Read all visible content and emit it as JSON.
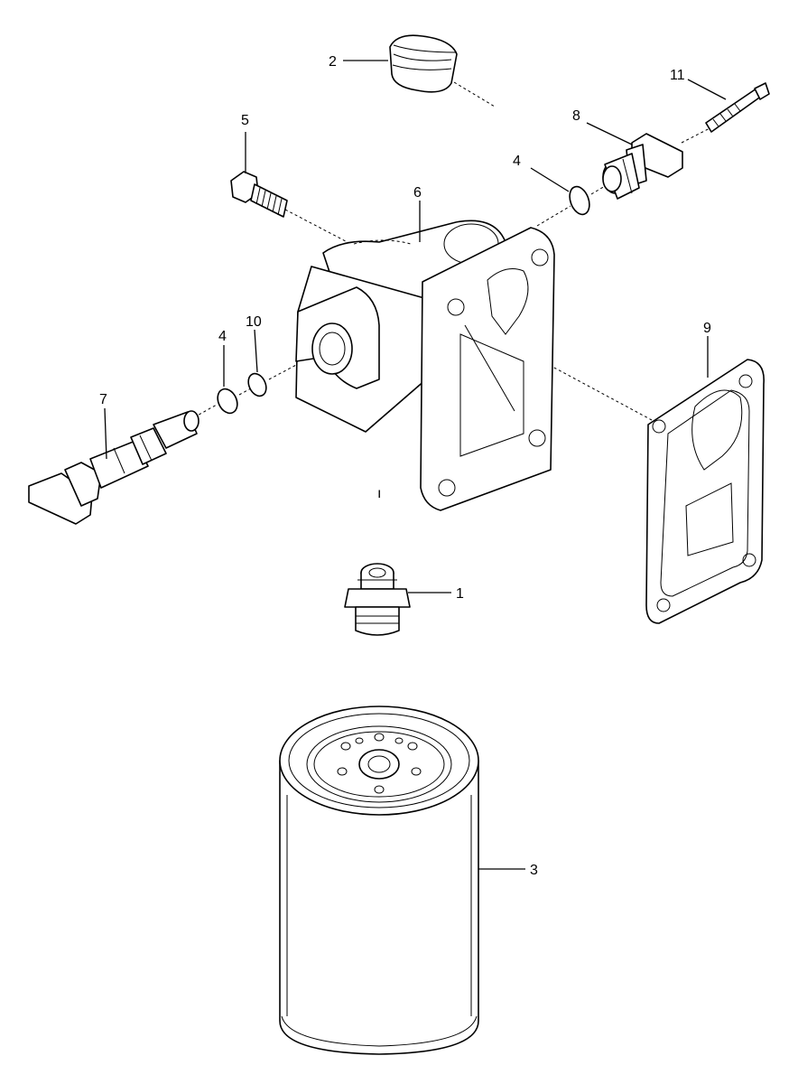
{
  "callouts": {
    "c1": "1",
    "c2": "2",
    "c3": "3",
    "c4a": "4",
    "c4b": "4",
    "c5": "5",
    "c6": "6",
    "c7": "7",
    "c8": "8",
    "c9": "9",
    "c10": "10",
    "c11": "11"
  },
  "stray_mark": "ı"
}
